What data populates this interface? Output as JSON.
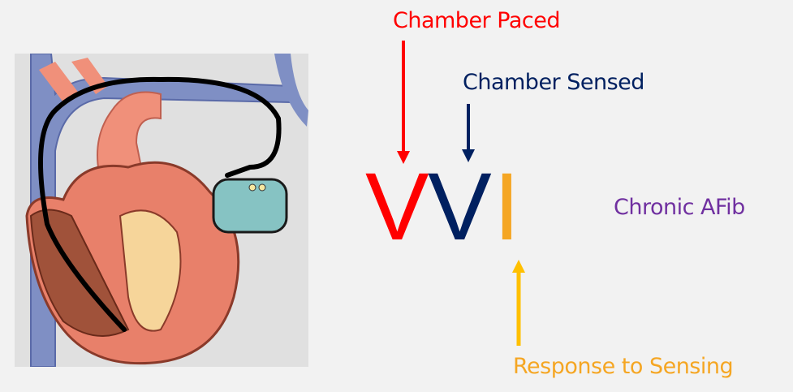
{
  "labels": {
    "chamber_paced": "Chamber Paced",
    "chamber_sensed": "Chamber Sensed",
    "response": "Response to Sensing",
    "indication": "Chronic AFib"
  },
  "code": {
    "letter1": "V",
    "letter2": "V",
    "letter3": "I"
  },
  "colors": {
    "paced": "#ff0000",
    "sensed": "#002060",
    "response_letter": "#f5a623",
    "response_arrow": "#ffc000",
    "indication": "#7030a0"
  }
}
